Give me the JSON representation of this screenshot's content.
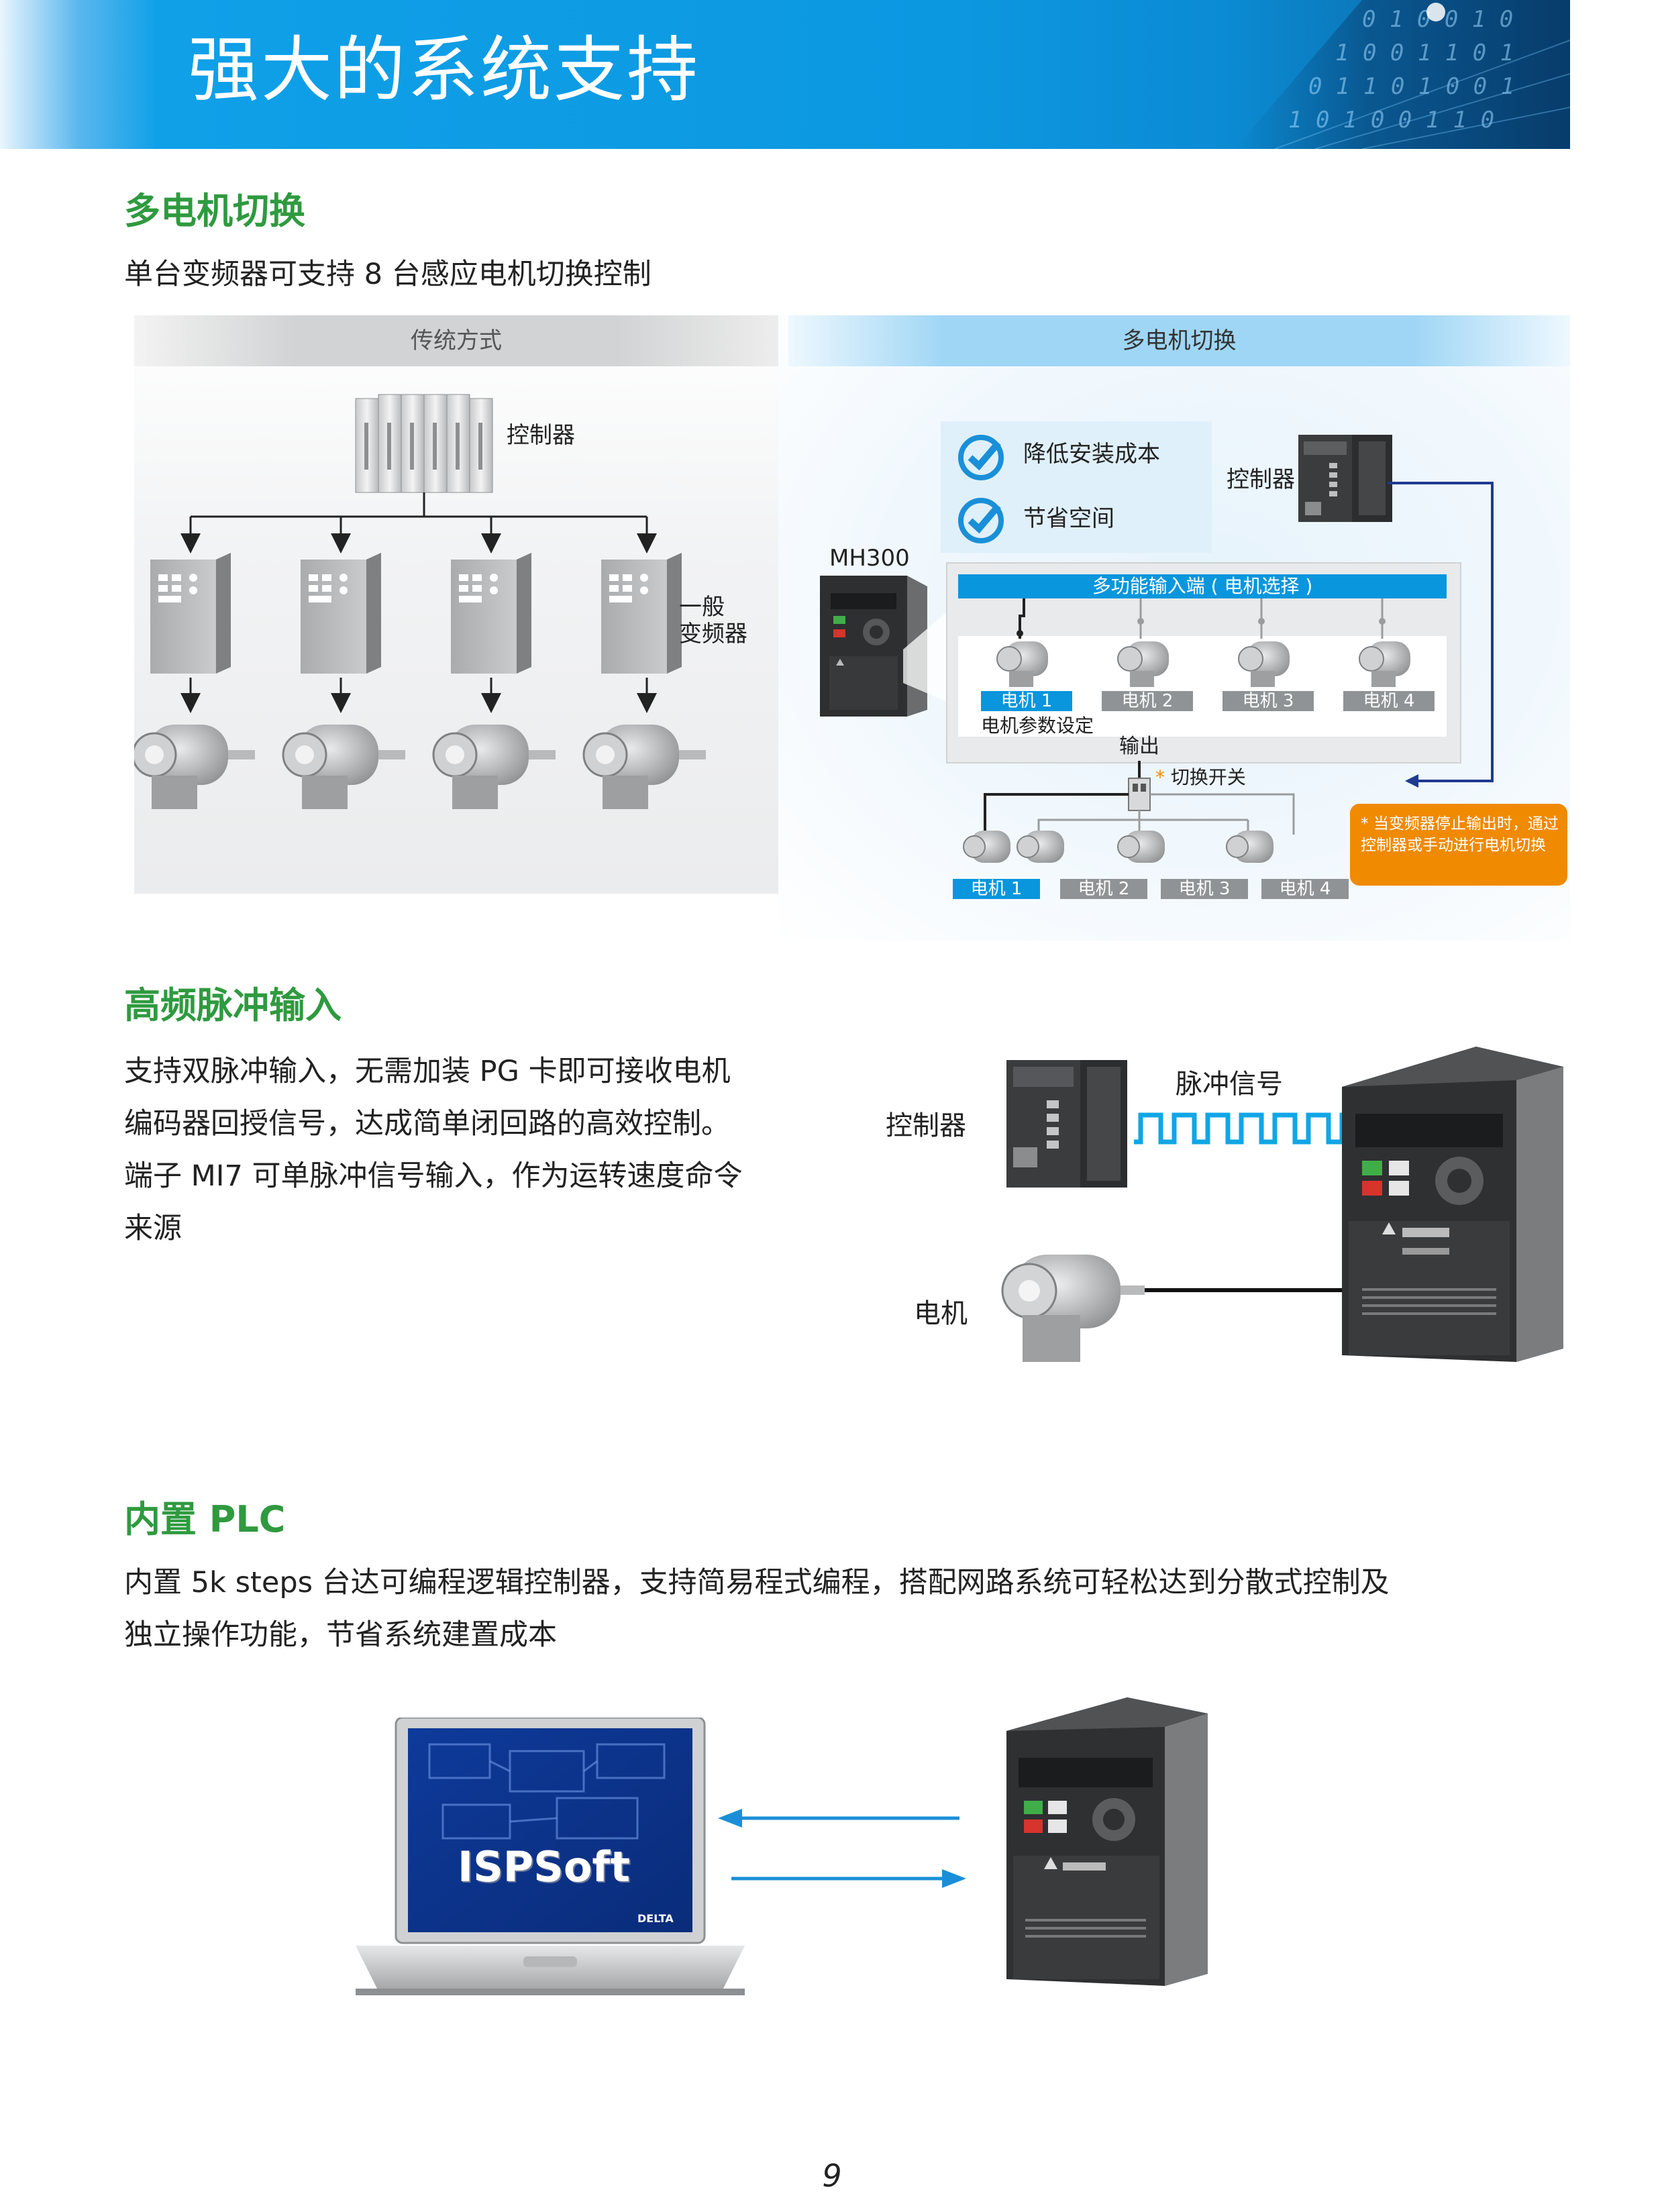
{
  "header": {
    "title": "强大的系统支持"
  },
  "section1": {
    "title": "多电机切换",
    "desc": "单台变频器可支持 8 台感应电机切换控制",
    "bar_left": "传统方式",
    "bar_right": "多电机切换",
    "left_controller": "控制器",
    "left_vfd_line1": "一般",
    "left_vfd_line2": "变频器",
    "benefits": [
      "降低安装成本",
      "节省空间"
    ],
    "right_controller": "控制器",
    "model": "MH300",
    "input_bar": "多功能输入端 ( 电机选择 )",
    "motors_top": [
      "电机 1",
      "电机 2",
      "电机 3",
      "电机 4"
    ],
    "param_label": "电机参数设定",
    "output_label": "输出",
    "switch_label": "切换开关",
    "motors_bottom": [
      "电机 1",
      "电机 2",
      "电机 3",
      "电机 4"
    ],
    "note": "当变频器停止输出时，通过控制器或手动进行电机切换"
  },
  "section2": {
    "title": "高频脉冲输入",
    "lines": [
      "支持双脉冲输入，无需加装 PG 卡即可接收电机",
      "编码器回授信号，达成简单闭回路的高效控制。",
      "端子 MI7 可单脉冲信号输入，作为运转速度命令",
      "来源"
    ],
    "controller": "控制器",
    "pulse": "脉冲信号",
    "motor": "电机"
  },
  "section3": {
    "title": "内置 PLC",
    "lines": [
      "内置 5k steps 台达可编程逻辑控制器，支持简易程式编程，搭配网路系统可轻松达到分散式控制及",
      "独立操作功能，节省系统建置成本"
    ],
    "software": "ISPSoft",
    "brand": "DELTA"
  },
  "footer": {
    "page_number": "9"
  },
  "colors": {
    "accent_green": "#2f9a3f",
    "brand_blue": "#0a96dc",
    "note_orange": "#f08a00",
    "link_navy": "#1f3a8f"
  }
}
